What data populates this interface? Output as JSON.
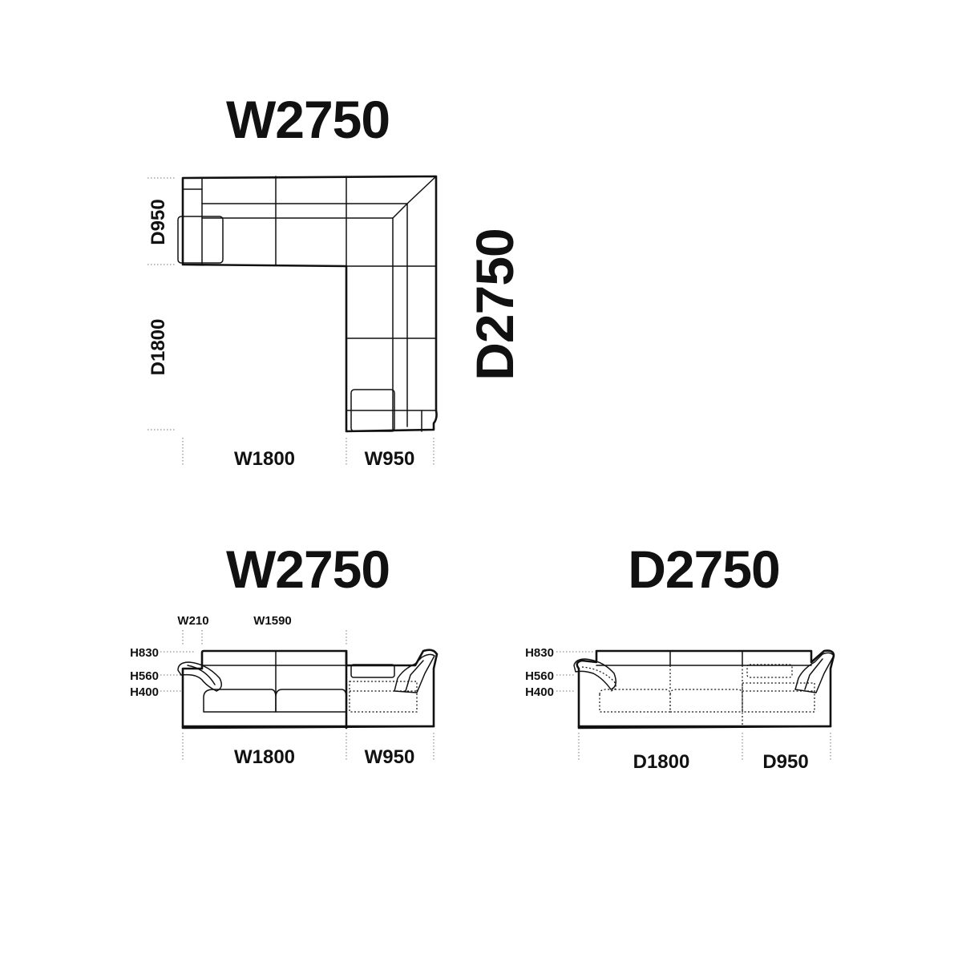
{
  "plan": {
    "total_width": "W2750",
    "total_depth": "D2750",
    "depth_seat": "D950",
    "depth_chaise": "D1800",
    "width_main": "W1800",
    "width_corner": "W950"
  },
  "front": {
    "title": "W2750",
    "arm_width": "W210",
    "seat_width": "W1590",
    "height_back": "H830",
    "height_arm": "H560",
    "height_seat": "H400",
    "width_main": "W1800",
    "width_corner": "W950"
  },
  "side": {
    "title": "D2750",
    "height_back": "H830",
    "height_arm": "H560",
    "height_seat": "H400",
    "depth_main": "D1800",
    "depth_corner": "D950"
  }
}
